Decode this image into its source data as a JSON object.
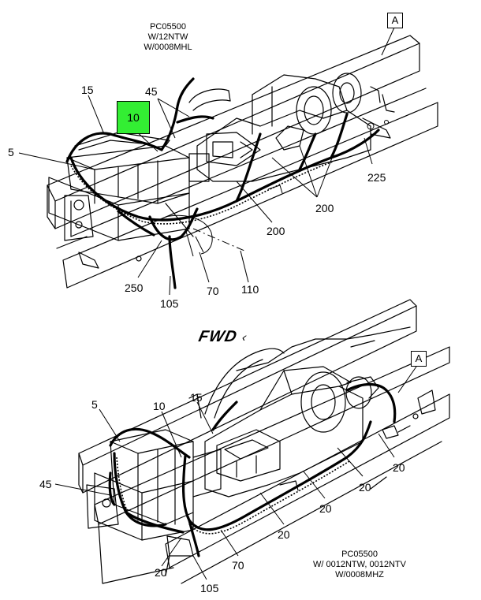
{
  "top_view": {
    "caption": [
      "PC05500",
      "W/12NTW",
      "W/0008MHL"
    ],
    "view_marker": "A",
    "callouts": {
      "c15": "15",
      "c10": "10",
      "c45": "45",
      "c5": "5",
      "c225": "225",
      "c200a": "200",
      "c200b": "200",
      "c250": "250",
      "c105": "105",
      "c70": "70",
      "c110": "110"
    },
    "highlight_color": "#33ee33"
  },
  "direction_label": "FWD",
  "bottom_view": {
    "caption": [
      "PC05500",
      "W/ 0012NTW, 0012NTV",
      "W/0008MHZ"
    ],
    "view_marker": "A",
    "callouts": {
      "c5": "5",
      "c10": "10",
      "c15": "15",
      "c45": "45",
      "c20a": "20",
      "c20b": "20",
      "c20c": "20",
      "c20d": "20",
      "c20e": "20",
      "c70": "70",
      "c105": "105"
    }
  }
}
